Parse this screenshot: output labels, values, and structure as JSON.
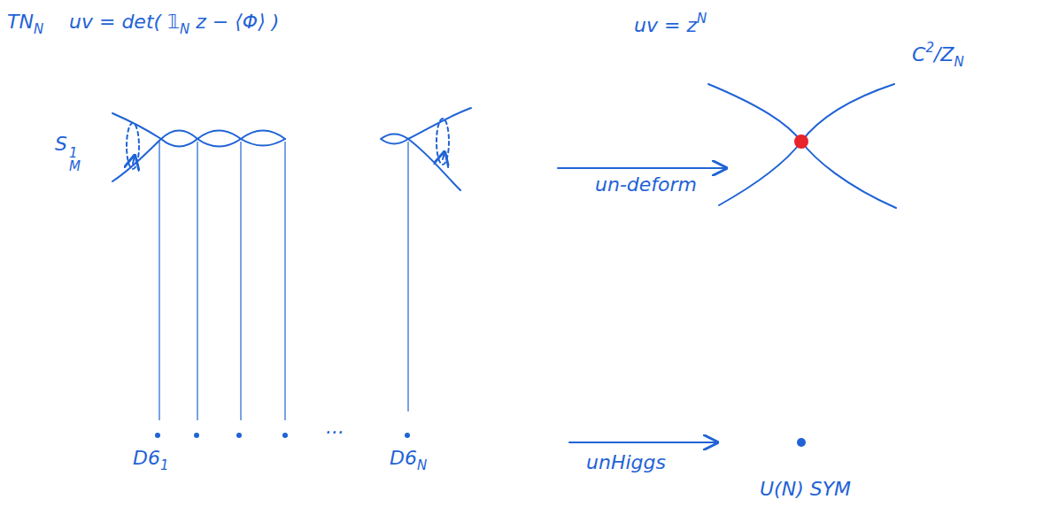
{
  "diagram": {
    "labels": [
      "TN",
      "N",
      "uv = det( 𝟙",
      "N",
      " z − ⟨Φ⟩ )",
      "uv = z",
      "N",
      "S",
      "1",
      "M",
      "un-deform",
      "C",
      "2",
      "/Z",
      "N",
      "D6",
      "1",
      "...",
      "D6",
      "N",
      "unHiggs",
      "U(N)  SYM"
    ]
  }
}
